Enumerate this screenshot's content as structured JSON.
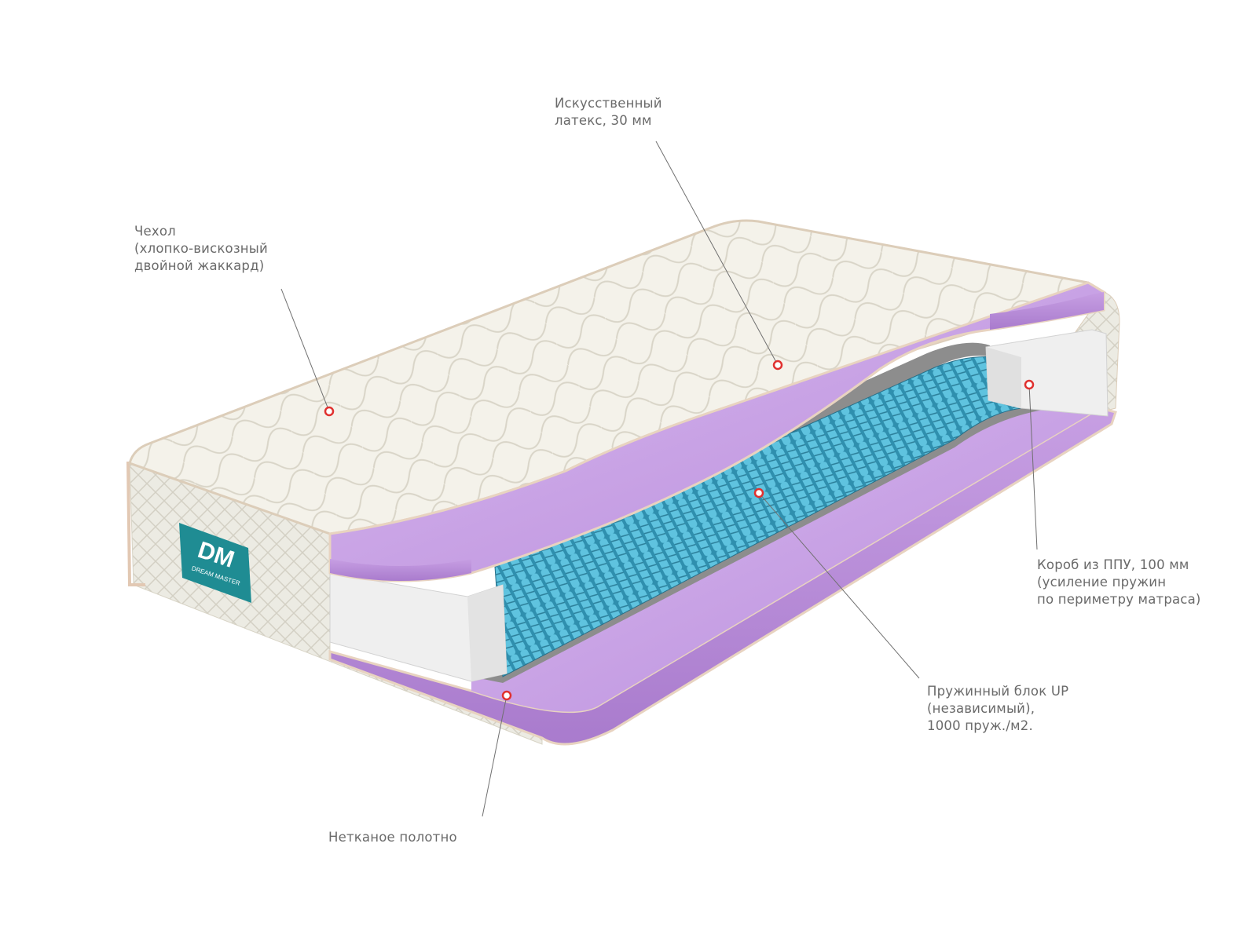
{
  "brand": {
    "logo_letters": "DM",
    "logo_subtitle": "DREAM MASTER",
    "logo_color": "#1f8c93"
  },
  "colors": {
    "latex": "#c9a3e6",
    "fabric": "#f3f1e9",
    "spring": "#3aa9c9",
    "foam": "#eeeeee",
    "felt": "#8d8d8d",
    "marker": "#e0312f",
    "leader": "#707070"
  },
  "callouts": {
    "latex": {
      "line1": "Искусственный",
      "line2": "латекс, 30 мм"
    },
    "cover": {
      "line1": "Чехол",
      "line2": "(хлопко-вискозный",
      "line3": "двойной жаккард)"
    },
    "box": {
      "line1": "Короб из ППУ, 100 мм",
      "line2": "(усиление пружин",
      "line3": "по периметру матраса)"
    },
    "spring": {
      "line1": "Пружинный блок UP",
      "line2": "(независимый),",
      "line3": "1000 пруж./м2."
    },
    "fabric": {
      "line1": "Нетканое полотно"
    }
  }
}
